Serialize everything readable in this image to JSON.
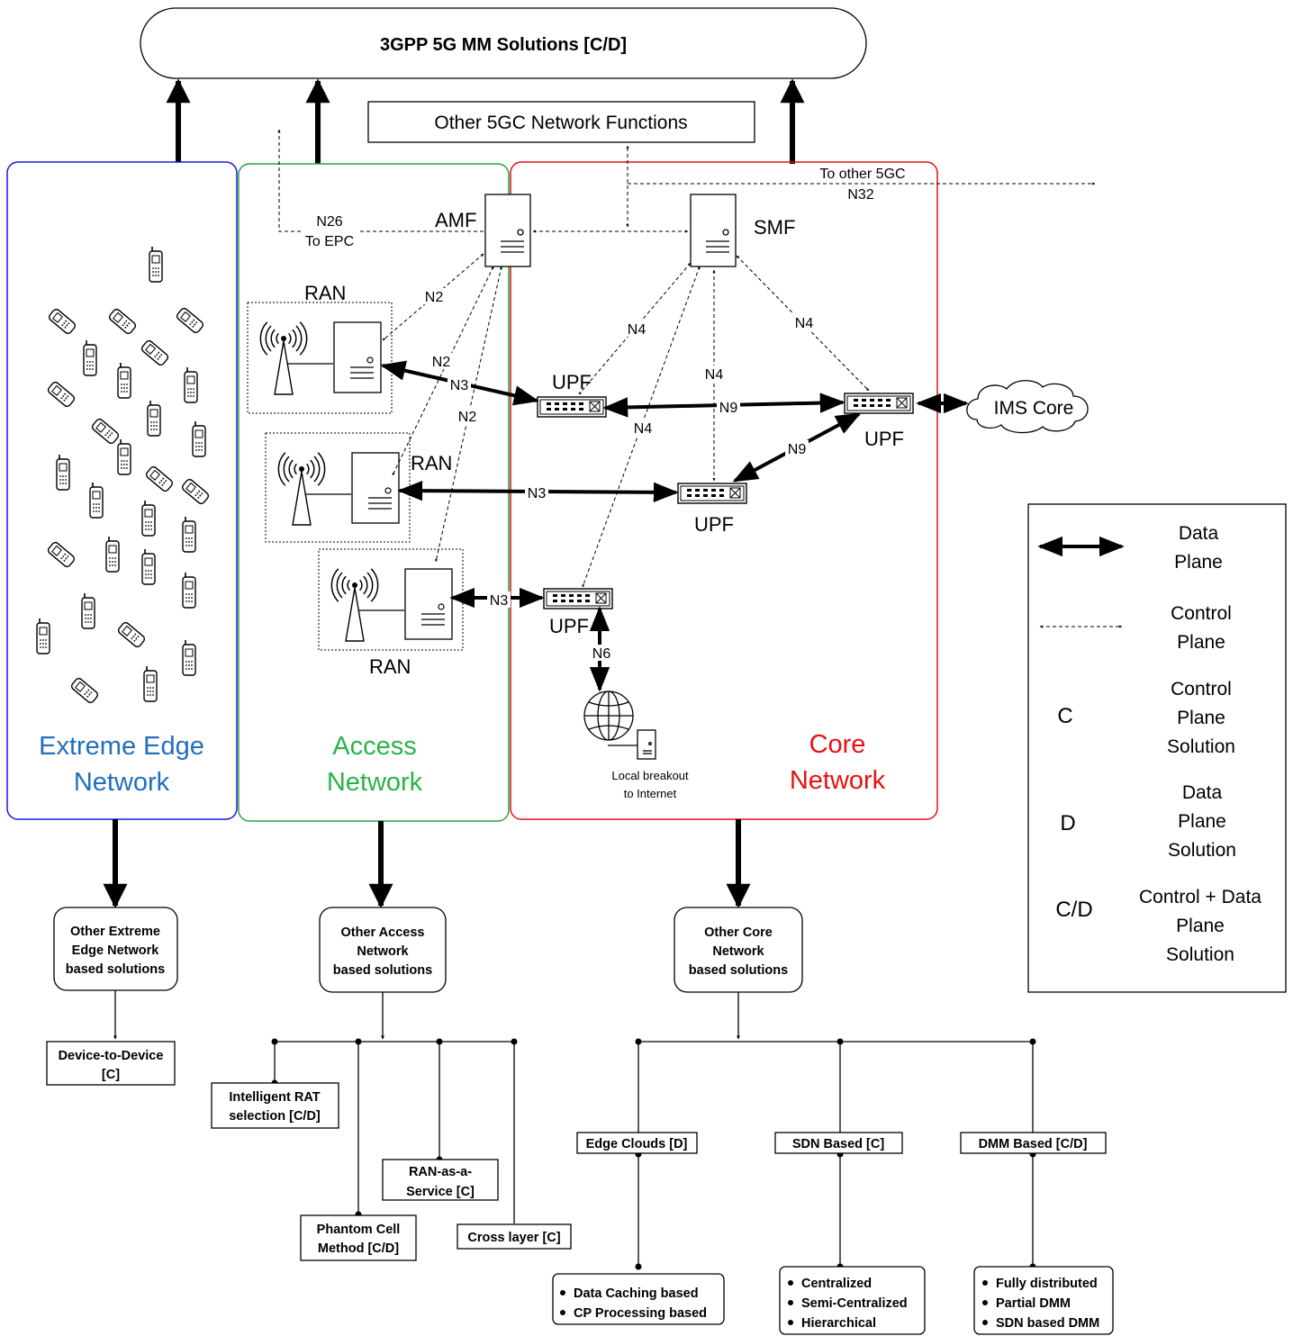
{
  "title": "3GPP 5G MM Solutions [C/D]",
  "other_nf": "Other 5GC Network Functions",
  "regions": {
    "edge": {
      "line1": "Extreme Edge",
      "line2": "Network",
      "color": "#1f6fc0",
      "border": "#1a1ae0"
    },
    "access": {
      "line1": "Access",
      "line2": "Network",
      "color": "#28b446",
      "border": "#2ca24a"
    },
    "core": {
      "line1": "Core",
      "line2": "Network",
      "color": "#e81010",
      "border": "#e81010"
    }
  },
  "nodes": {
    "amf": "AMF",
    "smf": "SMF",
    "ran1": "RAN",
    "ran2": "RAN",
    "ran3": "RAN",
    "upf1": "UPF",
    "upf2": "UPF",
    "upf3": "UPF",
    "upf4": "UPF",
    "ims": "IMS Core",
    "lbo_line1": "Local breakout",
    "lbo_line2": "to Internet"
  },
  "links": {
    "n26_line1": "N26",
    "n26_line2": "To EPC",
    "to5gc_line1": "To other 5GC",
    "to5gc_line2": "N32",
    "n2a": "N2",
    "n2b": "N2",
    "n2c": "N2",
    "n3a": "N3",
    "n3b": "N3",
    "n3c": "N3",
    "n4a": "N4",
    "n4b": "N4",
    "n4c": "N4",
    "n4d": "N4",
    "n9a": "N9",
    "n9b": "N9",
    "n6": "N6"
  },
  "legend": {
    "data_plane_line1": "Data",
    "data_plane_line2": "Plane",
    "control_plane_line1": "Control",
    "control_plane_line2": "Plane",
    "c_symbol": "C",
    "c_line1": "Control",
    "c_line2": "Plane",
    "c_line3": "Solution",
    "d_symbol": "D",
    "d_line1": "Data",
    "d_line2": "Plane",
    "d_line3": "Solution",
    "cd_symbol": "C/D",
    "cd_line1": "Control + Data",
    "cd_line2": "Plane",
    "cd_line3": "Solution"
  },
  "tree": {
    "edge": {
      "line1": "Other Extreme",
      "line2": "Edge Network",
      "line3": "based solutions"
    },
    "access": {
      "line1": "Other Access",
      "line2": "Network",
      "line3": "based solutions"
    },
    "core": {
      "line1": "Other Core",
      "line2": "Network",
      "line3": "based solutions"
    },
    "d2d_line1": "Device-to-Device",
    "d2d_line2": "[C]",
    "rat_line1": "Intelligent RAT",
    "rat_line2": "selection [C/D]",
    "raas_line1": "RAN-as-a-",
    "raas_line2": "Service [C]",
    "phantom_line1": "Phantom Cell",
    "phantom_line2": "Method [C/D]",
    "cross_layer": "Cross layer [C]",
    "edge_clouds": "Edge Clouds [D]",
    "sdn_based": "SDN Based [C]",
    "dmm_based": "DMM Based [C/D]",
    "edge_list": [
      "Data Caching based",
      "CP Processing based"
    ],
    "sdn_list": [
      "Centralized",
      "Semi-Centralized",
      "Hierarchical"
    ],
    "dmm_list": [
      "Fully distributed",
      "Partial DMM",
      "SDN based DMM"
    ]
  }
}
